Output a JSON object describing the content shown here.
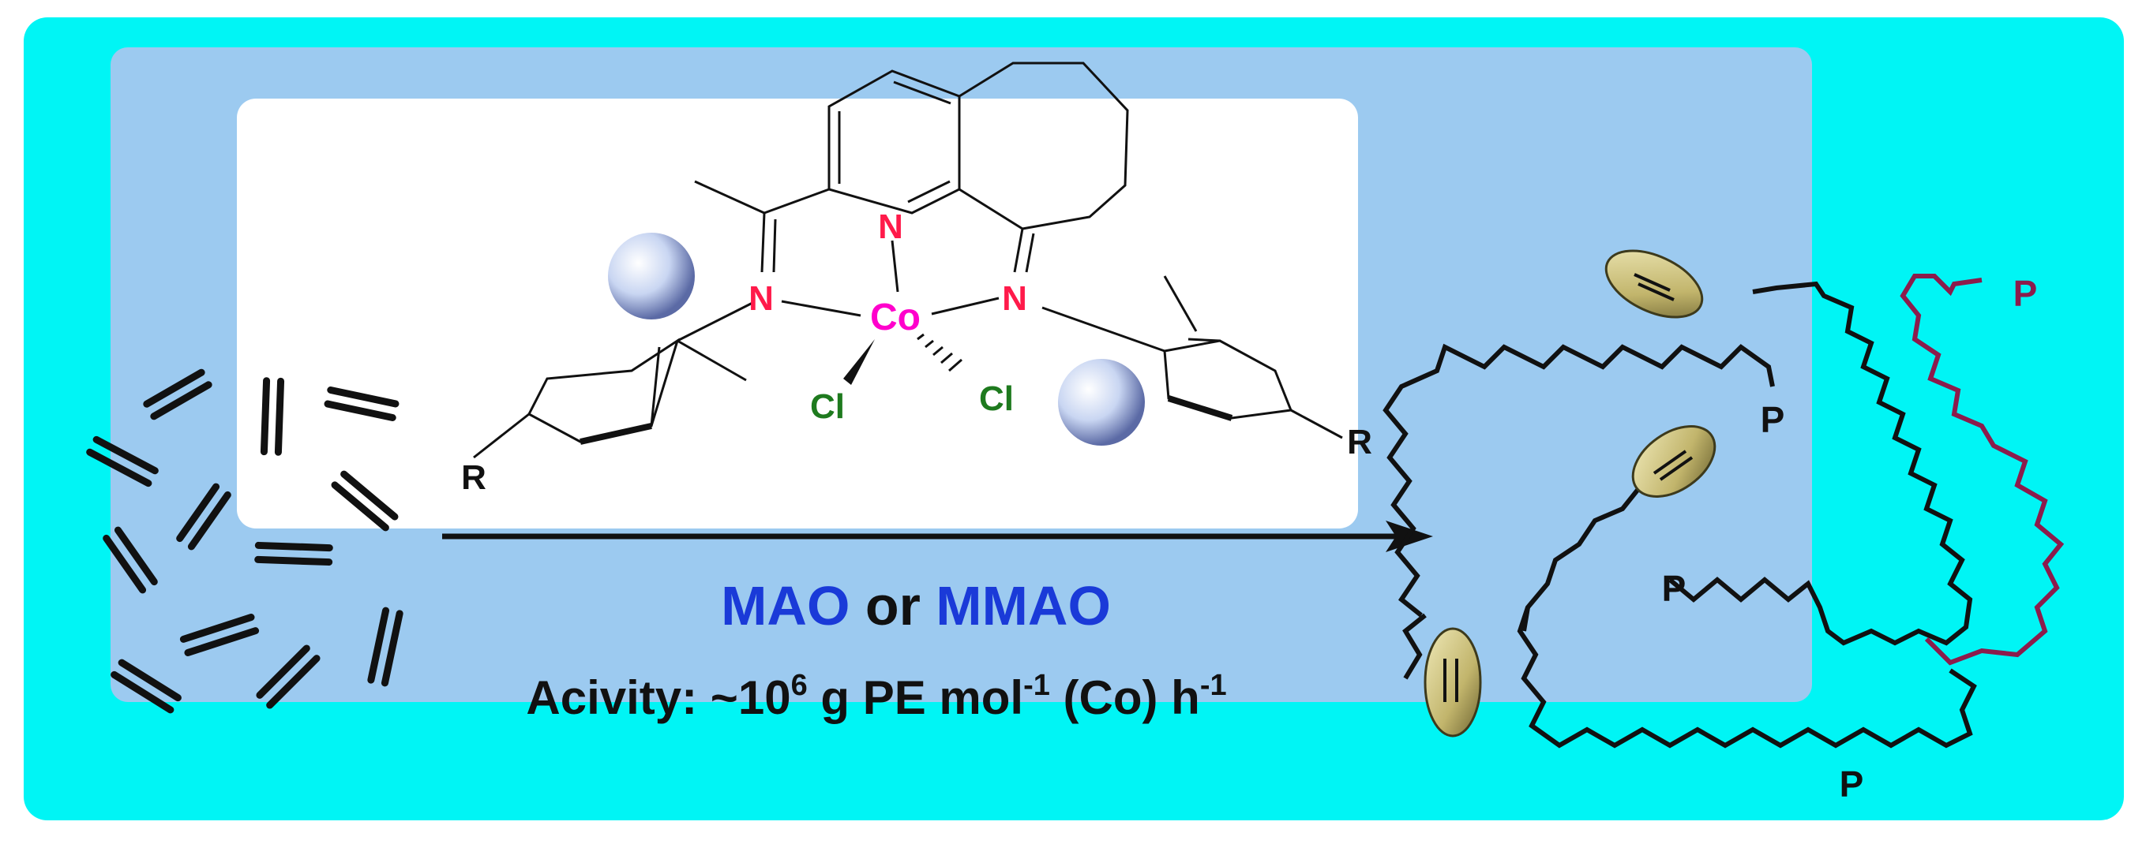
{
  "colors": {
    "outer": "#00f5f5",
    "inner": "#9ccaf0",
    "card": "#ffffff",
    "bond": "#111111",
    "nitrogen": "#ff1a4a",
    "cobalt": "#ff00cc",
    "chlorine": "#1e7a1e",
    "mao": "#1a3ad8",
    "polymer_alt": "#8b1c4c",
    "capsule": "#c8bf7c"
  },
  "complex": {
    "cobalt": "Co",
    "nitrogen_left": "N",
    "nitrogen_center": "N",
    "nitrogen_right": "N",
    "chloride_left": "Cl",
    "chloride_right": "Cl",
    "r_left": "R",
    "r_right": "R"
  },
  "conditions": {
    "cocat_1": "MAO",
    "cocat_or": " or ",
    "cocat_2": "MMAO",
    "activity_prefix": "Acivity: ~10",
    "activity_sup1": "6",
    "activity_mid": " g PE mol",
    "activity_sup2": "-1",
    "activity_mid2": " (Co) h",
    "activity_sup3": "-1"
  },
  "polymer": {
    "end_1": "P",
    "end_2": "P",
    "end_3": "P",
    "end_4": "P"
  }
}
